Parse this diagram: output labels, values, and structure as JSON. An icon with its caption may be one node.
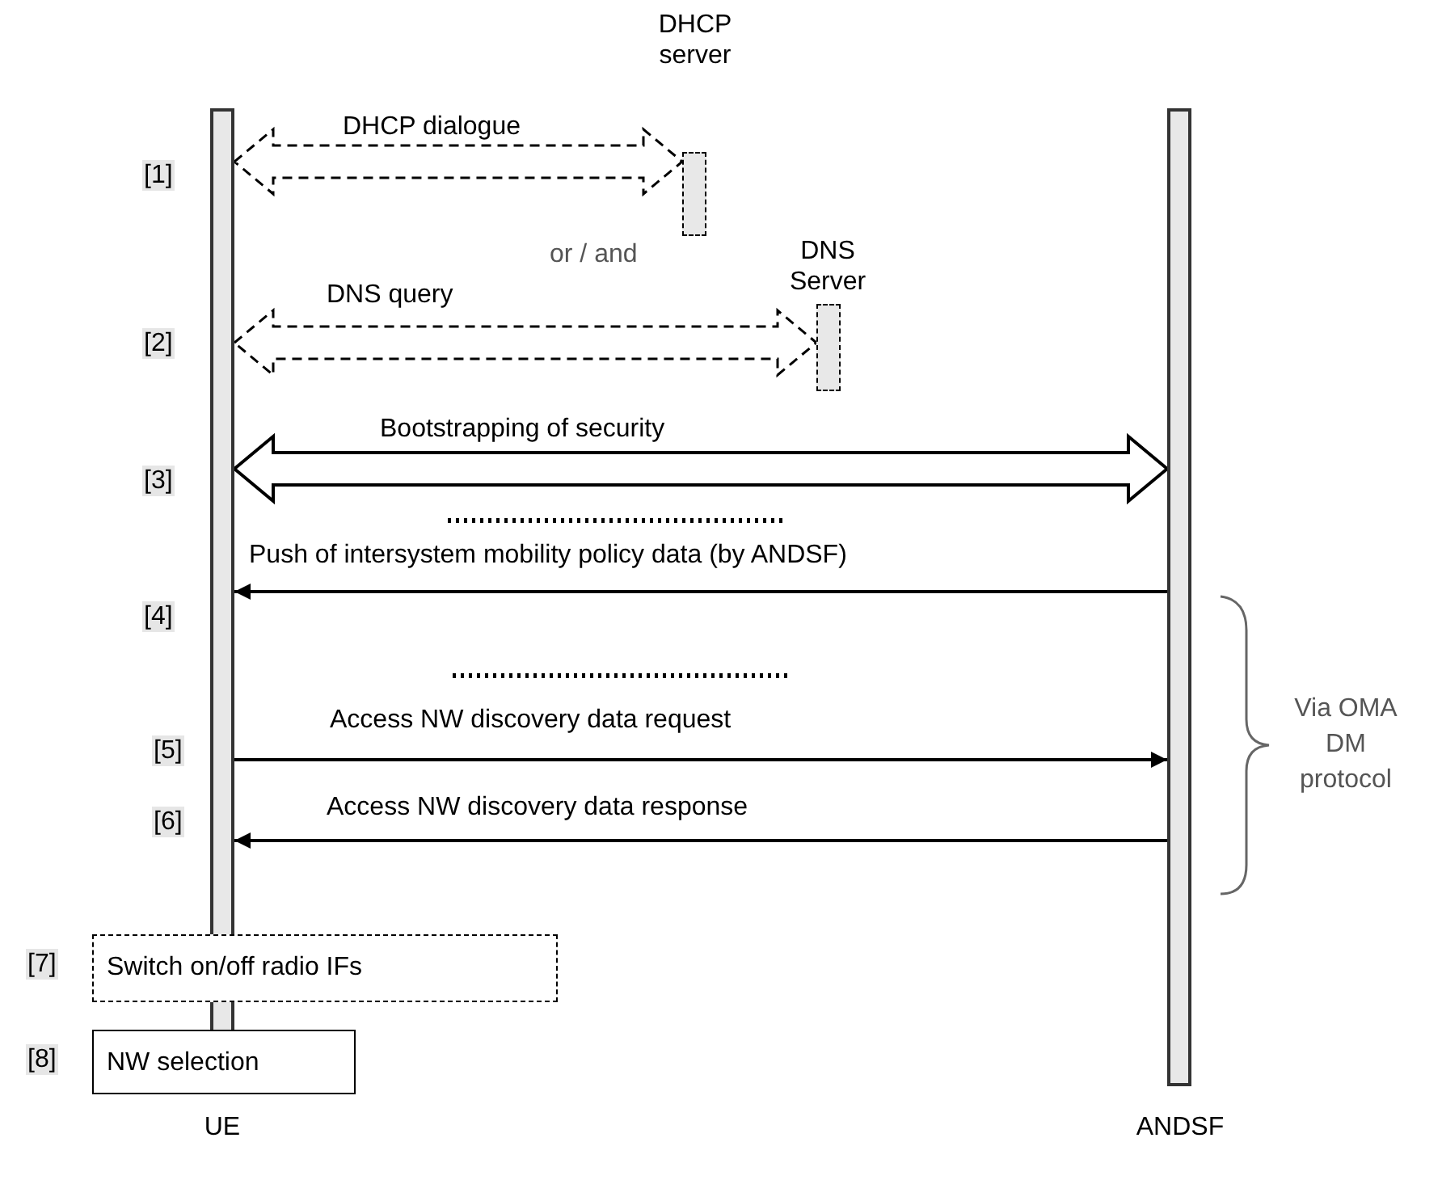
{
  "diagram": {
    "nodes": [
      {
        "text": [
          "UE"
        ]
      },
      {
        "text": [
          "DHCP server"
        ]
      },
      {
        "text": [
          "DNS Server"
        ]
      },
      {
        "text": [
          "ANDSF"
        ]
      },
      {
        "text": [
          "Switch on/off radio IFs"
        ]
      },
      {
        "text": [
          "NW selection"
        ]
      }
    ],
    "edges": [
      {
        "from": 0,
        "to": 1,
        "arrow": "both",
        "label": "DHCP dialogue",
        "style": "dashed"
      },
      {
        "from": 0,
        "to": 2,
        "arrow": "both",
        "label": "DNS query",
        "style": "dashed"
      },
      {
        "from": 0,
        "to": 3,
        "arrow": "both",
        "label": "Bootstrapping of security",
        "style": "thick"
      },
      {
        "from": 3,
        "to": 0,
        "arrow": "to",
        "label": "Push of intersystem mobility policy data (by ANDSF)"
      },
      {
        "from": 0,
        "to": 3,
        "arrow": "to",
        "label": "Access NW discovery data request"
      },
      {
        "from": 3,
        "to": 0,
        "arrow": "to",
        "label": "Access NW discovery data response"
      }
    ],
    "labels": [
      "[1]",
      "or / and",
      "[2]",
      "[3]",
      "[4]",
      "Via OMA DM protocol",
      "[5]",
      "[6]",
      "[7]",
      "[8]"
    ]
  }
}
